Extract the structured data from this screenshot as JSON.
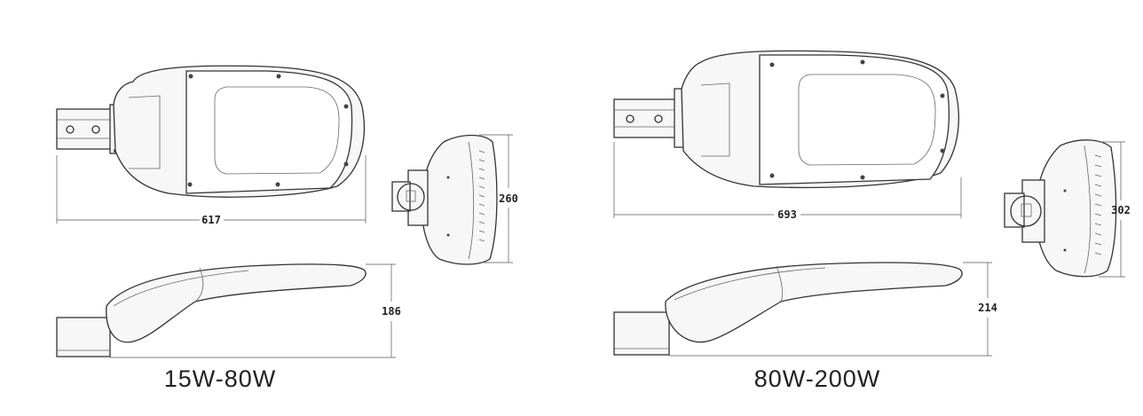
{
  "models": [
    {
      "caption": "15W-80W",
      "dimensions": {
        "length": "617",
        "width": "260",
        "height": "186"
      }
    },
    {
      "caption": "80W-200W",
      "dimensions": {
        "length": "693",
        "width": "302",
        "height": "214"
      }
    }
  ]
}
